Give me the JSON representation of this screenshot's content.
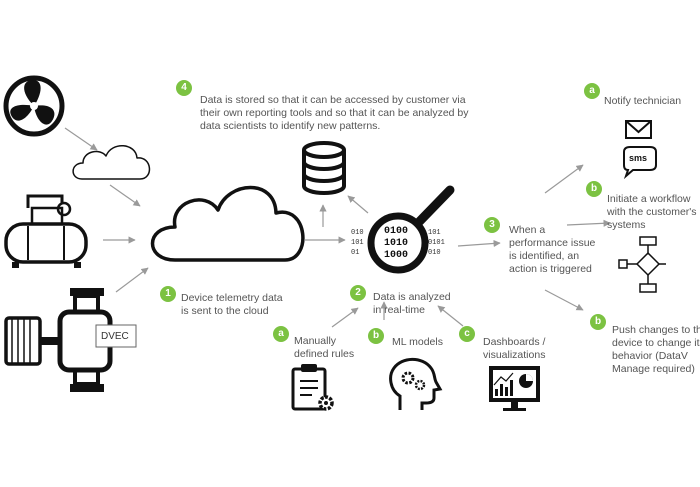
{
  "colors": {
    "accent": "#7cc242",
    "ink": "#111111",
    "arrow": "#9a9a9a",
    "text": "#555555"
  },
  "step4": {
    "badge": "4",
    "text_lines": [
      "Data is stored so that it can be accessed by customer via",
      "their own reporting tools and so that it can be analyzed by",
      "data scientists to identify new patterns."
    ]
  },
  "step1": {
    "badge": "1",
    "text_lines": [
      "Device telemetry data",
      "is sent to the cloud"
    ]
  },
  "step2": {
    "badge": "2",
    "text_lines": [
      "Data is analyzed",
      "in real-time"
    ]
  },
  "step3": {
    "badge": "3",
    "text_lines": [
      "When a",
      "performance issue",
      "is identified, an",
      "action is triggered"
    ]
  },
  "analysis": {
    "a": {
      "badge": "a",
      "text_lines": [
        "Manually",
        "defined rules"
      ]
    },
    "b": {
      "badge": "b",
      "text_lines": [
        "ML models"
      ]
    },
    "c": {
      "badge": "c",
      "text_lines": [
        "Dashboards /",
        "visualizations"
      ]
    }
  },
  "actions": {
    "notify": {
      "badge": "a",
      "text": "Notify technician",
      "sms_label": "sms"
    },
    "workflow": {
      "badge": "b",
      "text_lines": [
        "Initiate a workflow",
        "with the customer's",
        "systems"
      ]
    },
    "push": {
      "badge": "b",
      "text_lines": [
        "Push changes to the",
        "device to change its",
        "behavior (DataV",
        "Manage required)"
      ]
    }
  },
  "device_label": "DVEC",
  "binary_rows": [
    "0100",
    "1010",
    "1000"
  ],
  "binary_left": [
    "010",
    "101",
    "01"
  ],
  "binary_right": [
    "101",
    "0101",
    "010"
  ],
  "icons": [
    "fan-icon",
    "small-cloud-icon",
    "compressor-icon",
    "pump-motor-icon",
    "cloud-icon",
    "database-icon",
    "magnifier-icon",
    "envelope-icon",
    "sms-bubble-icon",
    "flowchart-icon",
    "clipboard-gear-icon",
    "head-gears-icon",
    "dashboard-monitor-icon"
  ]
}
